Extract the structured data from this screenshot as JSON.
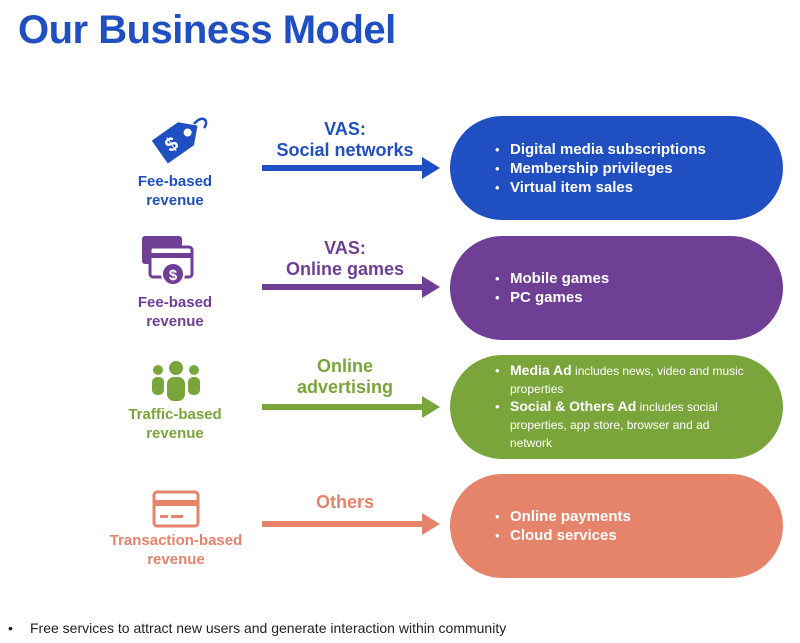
{
  "title": "Our Business Model",
  "colors": {
    "blue": "#1f4fc0",
    "purple": "#6f3f96",
    "green": "#7aa53a",
    "salmon": "#e5836b",
    "title": "#1f4fc0"
  },
  "rows": [
    {
      "icon": "price-tag-icon",
      "revenue_label": [
        "Fee-based",
        "revenue"
      ],
      "arrow_label": [
        "VAS:",
        "Social networks"
      ],
      "items": [
        {
          "head": "Digital media subscriptions",
          "desc": ""
        },
        {
          "head": "Membership privileges",
          "desc": ""
        },
        {
          "head": "Virtual item sales",
          "desc": ""
        }
      ]
    },
    {
      "icon": "credit-cards-icon",
      "revenue_label": [
        "Fee-based",
        "revenue"
      ],
      "arrow_label": [
        "VAS:",
        "Online games"
      ],
      "items": [
        {
          "head": "Mobile games",
          "desc": ""
        },
        {
          "head": "PC games",
          "desc": ""
        }
      ]
    },
    {
      "icon": "people-group-icon",
      "revenue_label": [
        "Traffic-based",
        "revenue"
      ],
      "arrow_label": [
        "Online",
        "advertising"
      ],
      "items": [
        {
          "head": "Media Ad",
          "desc": " includes news, video and music properties"
        },
        {
          "head": "Social & Others Ad",
          "desc": " includes social properties, app store, browser and ad network"
        }
      ]
    },
    {
      "icon": "payment-card-icon",
      "revenue_label": [
        "Transaction-based",
        "revenue"
      ],
      "arrow_label": [
        "Others"
      ],
      "items": [
        {
          "head": "Online payments",
          "desc": ""
        },
        {
          "head": "Cloud services",
          "desc": ""
        }
      ]
    }
  ],
  "footnote": "Free services to attract new users and generate interaction within community"
}
